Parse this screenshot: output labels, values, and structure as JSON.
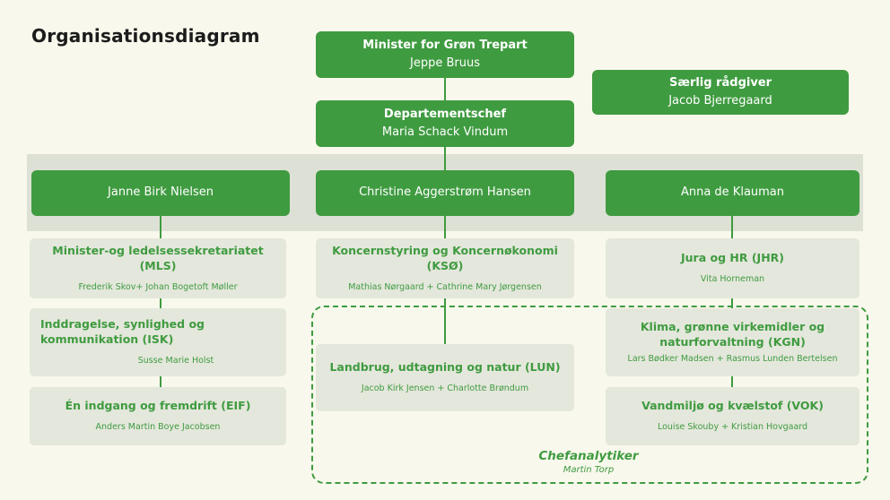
{
  "page": {
    "title": "Organisationsdiagram"
  },
  "colors": {
    "accent_green": "#3f9b40",
    "unit_bg": "#e4e7dc",
    "band_bg": "#dde1d5",
    "page_bg": "#f8f8ec",
    "box_text": "#ffffff"
  },
  "top_boxes": {
    "minister": {
      "title": "Minister for Grøn Trepart",
      "name": "Jeppe Bruus"
    },
    "advisor": {
      "title": "Særlig rådgiver",
      "name": "Jacob Bjerregaard"
    },
    "department": {
      "title": "Departementschef",
      "name": "Maria Schack Vindum"
    }
  },
  "managers": [
    {
      "name": "Janne Birk Nielsen"
    },
    {
      "name": "Christine Aggerstrøm Hansen"
    },
    {
      "name": "Anna de Klauman"
    }
  ],
  "units": {
    "mls": {
      "title": "Minister-og ledelsessekretariatet (MLS)",
      "staff": "Frederik Skov+ Johan Bogetoft Møller"
    },
    "isk": {
      "title": "Inddragelse, synlighed og kommunikation (ISK)",
      "staff": "Susse Marie Holst"
    },
    "eif": {
      "title": "Én indgang og fremdrift (EIF)",
      "staff": "Anders Martin Boye Jacobsen"
    },
    "kso": {
      "title": "Koncernstyring og Koncernøkonomi (KSØ)",
      "staff": "Mathias Nørgaard + Cathrine Mary Jørgensen"
    },
    "lun": {
      "title": "Landbrug, udtagning og natur (LUN)",
      "staff": "Jacob Kirk Jensen + Charlotte Brøndum"
    },
    "jhr": {
      "title": "Jura og HR (JHR)",
      "staff": "Vita Horneman"
    },
    "kgn": {
      "title": "Klima, grønne virkemidler og naturforvaltning (KGN)",
      "staff": "Lars Bødker Madsen + Rasmus Lunden Bertelsen"
    },
    "vok": {
      "title": "Vandmiljø og kvælstof (VOK)",
      "staff": "Louise Skouby + Kristian Hovgaard"
    }
  },
  "analyst": {
    "title": "Chefanalytiker",
    "name": "Martin Torp"
  }
}
